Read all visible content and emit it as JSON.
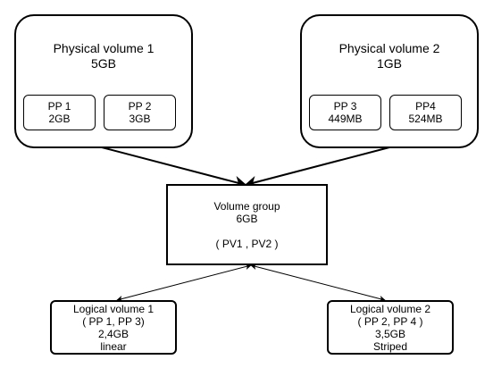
{
  "physical_volumes": [
    {
      "title": "Physical volume 1",
      "size": "5GB",
      "pps": [
        {
          "name": "PP 1",
          "size": "2GB"
        },
        {
          "name": "PP 2",
          "size": "3GB"
        }
      ]
    },
    {
      "title": "Physical volume 2",
      "size": "1GB",
      "pps": [
        {
          "name": "PP 3",
          "size": "449MB"
        },
        {
          "name": "PP4",
          "size": "524MB"
        }
      ]
    }
  ],
  "volume_group": {
    "title": "Volume group",
    "size": "6GB",
    "members": "( PV1 , PV2 )"
  },
  "logical_volumes": [
    {
      "title": "Logical volume 1",
      "pps": "( PP 1, PP 3)",
      "size": "2,4GB",
      "mode": "linear"
    },
    {
      "title": "Logical volume 2",
      "pps": "( PP 2, PP 4 )",
      "size": "3,5GB",
      "mode": "Striped"
    }
  ]
}
